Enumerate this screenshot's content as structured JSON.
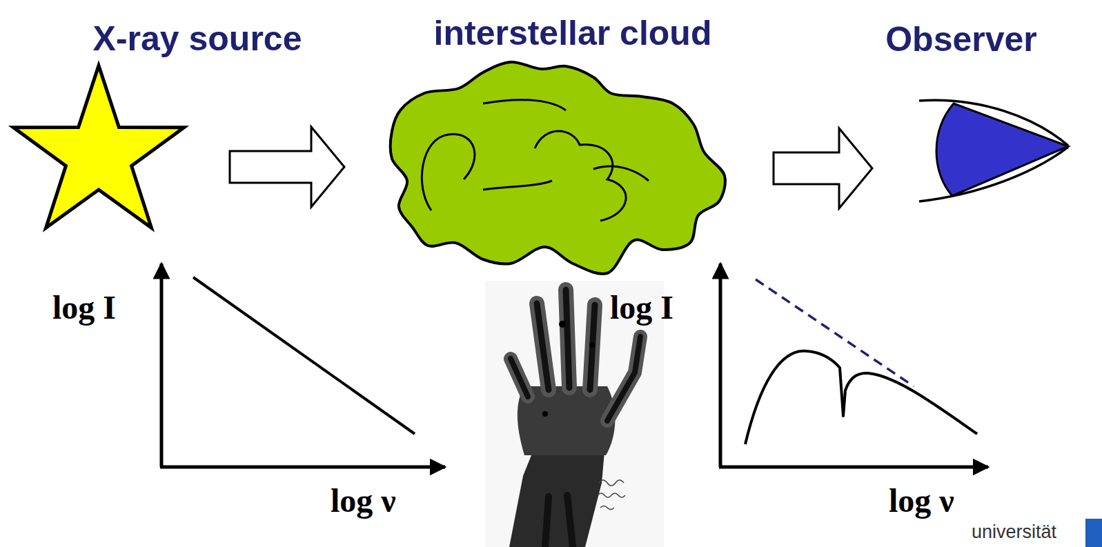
{
  "diagram": {
    "nodes": [
      {
        "text": [
          "X-ray source"
        ]
      },
      {
        "text": [
          "interstellar cloud"
        ]
      },
      {
        "text": [
          "Observer"
        ]
      }
    ],
    "edges": [
      {
        "from": 0,
        "to": 1,
        "arrow": "to"
      },
      {
        "from": 1,
        "to": 2,
        "arrow": "to"
      }
    ],
    "labels": [
      "log I",
      "log ν",
      "log I",
      "log ν",
      "universität"
    ]
  }
}
